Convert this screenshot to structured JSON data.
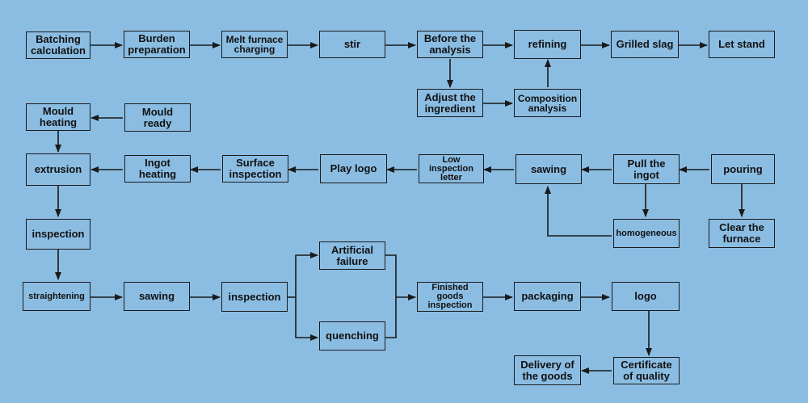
{
  "diagram": {
    "nodes": {
      "batching": "Batching\ncalculation",
      "burden": "Burden\npreparation",
      "melt": "Melt furnace\ncharging",
      "stir": "stir",
      "before": "Before the\nanalysis",
      "refining": "refining",
      "grilled": "Grilled slag",
      "letstand": "Let stand",
      "adjust": "Adjust the\ningredient",
      "composition": "Composition\nanalysis",
      "mould_heating": "Mould\nheating",
      "mould_ready": "Mould\nready",
      "extrusion": "extrusion",
      "ingot_heating": "Ingot\nheating",
      "surface": "Surface\ninspection",
      "playlogo": "Play logo",
      "lowinsp": "Low\ninspection\nletter",
      "sawing1": "sawing",
      "pull": "Pull the\ningot",
      "pouring": "pouring",
      "homog": "homogeneous",
      "clear": "Clear the\nfurnace",
      "inspection1": "inspection",
      "straightening": "straightening",
      "sawing2": "sawing",
      "inspection2": "inspection",
      "artificial": "Artificial\nfailure",
      "quenching": "quenching",
      "finished": "Finished\ngoods\ninspection",
      "packaging": "packaging",
      "logo": "logo",
      "certificate": "Certificate\nof quality",
      "delivery": "Delivery of\nthe goods"
    }
  }
}
